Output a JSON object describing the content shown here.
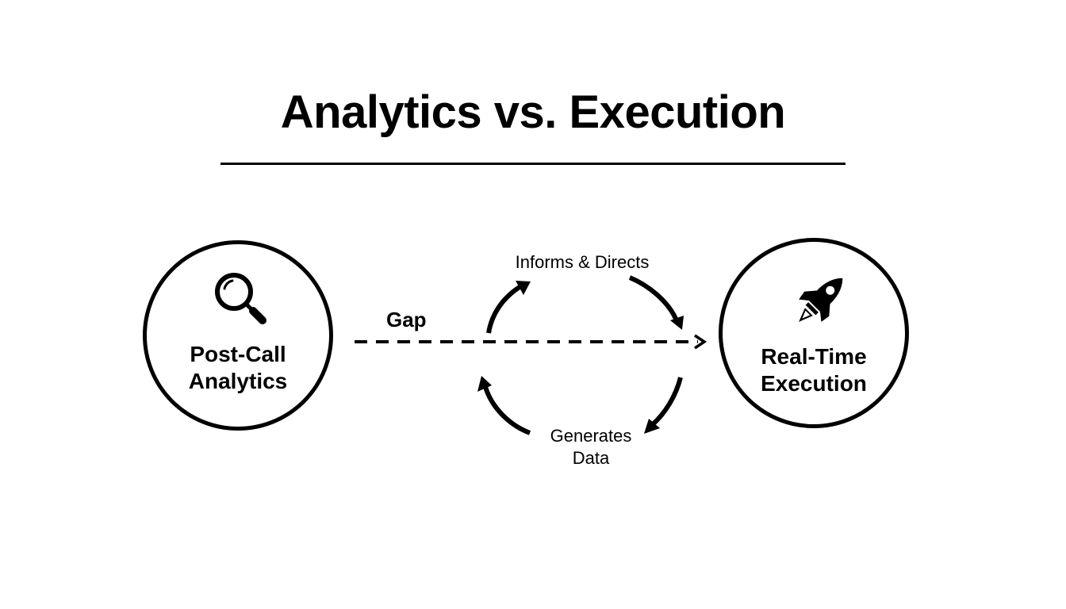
{
  "title": "Analytics vs. Execution",
  "nodes": {
    "left": {
      "label_line1": "Post-Call",
      "label_line2": "Analytics",
      "icon": "magnifying-glass-icon"
    },
    "right": {
      "label_line1": "Real-Time",
      "label_line2": "Execution",
      "icon": "rocket-icon"
    }
  },
  "connector": {
    "label": "Gap",
    "style": "dashed-arrow"
  },
  "cycle": {
    "top_label": "Informs & Directs",
    "bottom_label_line1": "Generates",
    "bottom_label_line2": "Data"
  },
  "colors": {
    "foreground": "#000000",
    "background": "#ffffff"
  }
}
